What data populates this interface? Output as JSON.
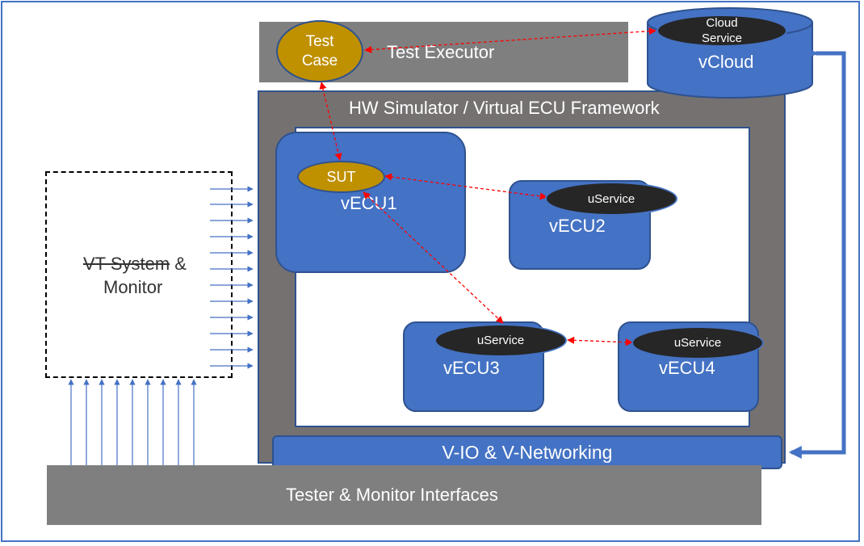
{
  "test_executor": {
    "label": "Test Executor"
  },
  "test_case": {
    "line1": "Test",
    "line2": "Case"
  },
  "cloud": {
    "title": "vCloud",
    "service_line1": "Cloud",
    "service_line2": "Service"
  },
  "framework": {
    "title": "HW Simulator / Virtual ECU Framework"
  },
  "ecus": [
    {
      "name": "vECU1",
      "badge": "SUT"
    },
    {
      "name": "vECU2",
      "badge": "uService"
    },
    {
      "name": "vECU3",
      "badge": "uService"
    },
    {
      "name": "vECU4",
      "badge": "uService"
    }
  ],
  "vt_system": {
    "line1_struck": "VT System",
    "line1_rest": " &",
    "line2": "Monitor"
  },
  "networking": {
    "label": "V-IO & V-Networking"
  },
  "tester": {
    "label": "Tester & Monitor Interfaces"
  },
  "colors": {
    "gray": "#7f7f7f",
    "framework_gray": "#767171",
    "blue": "#4472c4",
    "blue_border": "#2f528f",
    "gold": "#bf9000",
    "dark": "#262626",
    "red_link": "#ff0000"
  }
}
